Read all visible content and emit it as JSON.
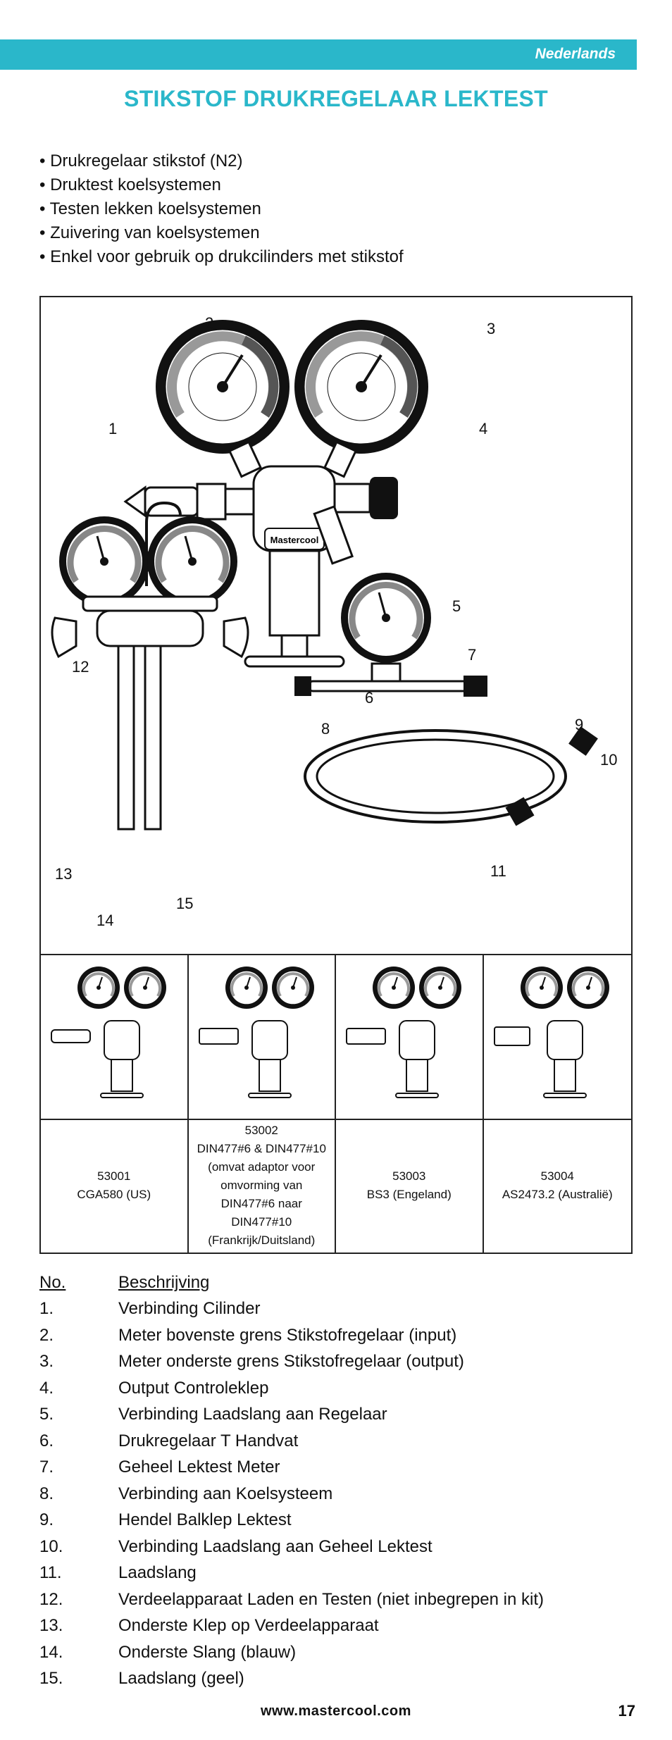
{
  "header": {
    "language": "Nederlands"
  },
  "title": "STIKSTOF DRUKREGELAAR LEKTEST",
  "bullets": [
    "Drukregelaar  stikstof (N2)",
    "Druktest koelsystemen",
    "Testen lekken koelsystemen",
    "Zuivering van koelsystemen",
    "Enkel voor gebruik op drukcilinders met stikstof"
  ],
  "figure": {
    "callouts": [
      "1",
      "2",
      "3",
      "4",
      "5",
      "6",
      "7",
      "8",
      "9",
      "10",
      "11",
      "12",
      "13",
      "14",
      "15"
    ],
    "brand_label": "Mastercool"
  },
  "models": [
    {
      "code": "53001",
      "desc": [
        "CGA580 (US)"
      ]
    },
    {
      "code": "53002",
      "desc": [
        "DIN477#6 & DIN477#10",
        "(omvat adaptor voor",
        "omvorming van",
        "DIN477#6 naar",
        "DIN477#10",
        "(Frankrijk/Duitsland)"
      ]
    },
    {
      "code": "53003",
      "desc": [
        "BS3 (Engeland)"
      ]
    },
    {
      "code": "53004",
      "desc": [
        "AS2473.2 (Australië)"
      ]
    }
  ],
  "parts_header": {
    "no": "No.",
    "desc": "Beschrijving"
  },
  "parts": [
    {
      "no": "1.",
      "desc": "Verbinding Cilinder"
    },
    {
      "no": "2.",
      "desc": "Meter bovenste grens Stikstofregelaar (input)"
    },
    {
      "no": "3.",
      "desc": "Meter onderste grens Stikstofregelaar (output)"
    },
    {
      "no": "4.",
      "desc": "Output Controleklep"
    },
    {
      "no": "5.",
      "desc": "Verbinding Laadslang aan Regelaar"
    },
    {
      "no": "6.",
      "desc": "Drukregelaar T Handvat"
    },
    {
      "no": "7.",
      "desc": "Geheel Lektest Meter"
    },
    {
      "no": "8.",
      "desc": "Verbinding aan Koelsysteem"
    },
    {
      "no": "9.",
      "desc": "Hendel Balklep Lektest"
    },
    {
      "no": "10.",
      "desc": "Verbinding Laadslang aan Geheel Lektest"
    },
    {
      "no": "11.",
      "desc": "Laadslang"
    },
    {
      "no": "12.",
      "desc": "Verdeelapparaat Laden en Testen (niet inbegrepen in kit)"
    },
    {
      "no": "13.",
      "desc": "Onderste Klep op Verdeelapparaat"
    },
    {
      "no": "14.",
      "desc": "Onderste Slang (blauw)"
    },
    {
      "no": "15.",
      "desc": "Laadslang (geel)"
    }
  ],
  "footer": {
    "url": "www.mastercool.com",
    "page": "17"
  },
  "colors": {
    "accent": "#2ab7ca"
  }
}
